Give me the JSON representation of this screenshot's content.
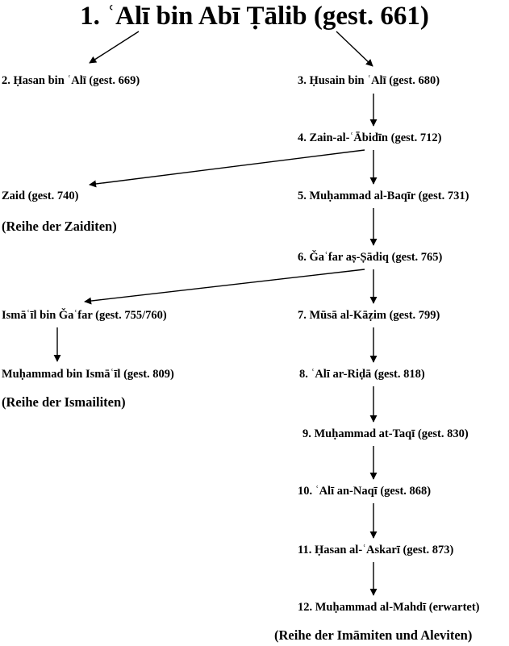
{
  "title": "1. ʿAlī bin Abī Ṭālib (gest. 661)",
  "nodes": {
    "hasan": "2. Ḥasan bin ʿAlī (gest. 669)",
    "husain": "3. Ḥusain bin ʿAlī (gest. 680)",
    "zain": "4. Zain-al-ʿĀbidīn (gest. 712)",
    "zaid": "Zaid (gest. 740)",
    "baqir": "5. Muḥammad al-Baqīr (gest. 731)",
    "zaiditen": "(Reihe der Zaiditen)",
    "gafar": "6. Ǧaʿfar aṣ-Ṣādiq (gest. 765)",
    "ismail": "Ismāʿīl bin Ǧaʿfar (gest. 755/760)",
    "musa": "7. Mūsā al-Kāẓim (gest. 799)",
    "muhammad_ismail": "Muḥammad bin Ismāʿīl (gest. 809)",
    "rida": "8. ʿAlī ar-Riḍā (gest. 818)",
    "ismailiten": "(Reihe der Ismailiten)",
    "taqi": "9. Muḥammad at-Taqī (gest. 830)",
    "naqi": "10. ʿAlī an-Naqī (gest. 868)",
    "askari": "11. Ḥasan al-ʿAskarī (gest. 873)",
    "mahdi": "12. Muḥammad al-Mahdī (erwartet)",
    "imamiten": "(Reihe der Imāmiten und Aleviten)"
  }
}
